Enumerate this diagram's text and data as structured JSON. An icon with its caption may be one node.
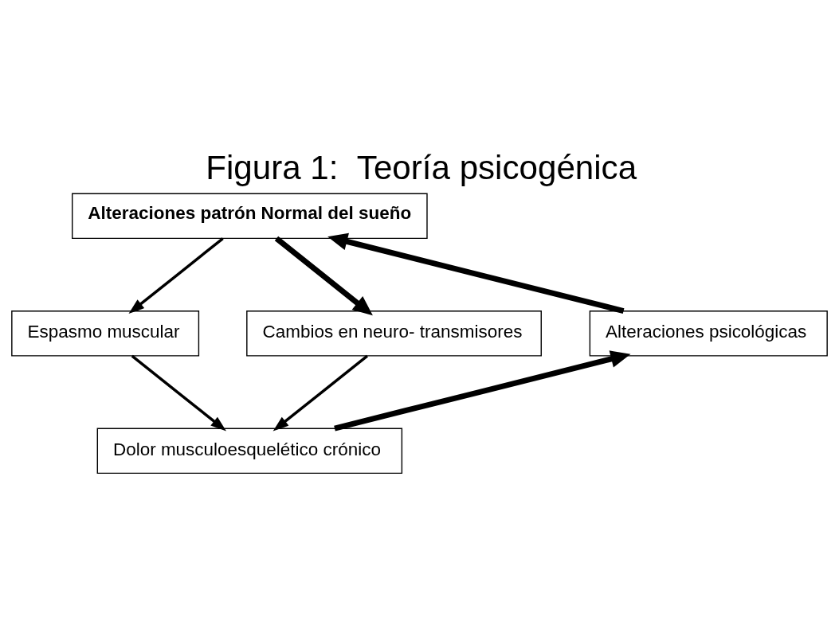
{
  "diagram": {
    "title": "Figura 1:  Teoría psicogénica",
    "nodes": [
      {
        "text": [
          "Alteraciones patrón Normal del sueño"
        ]
      },
      {
        "text": [
          "Espasmo muscular"
        ]
      },
      {
        "text": [
          "Cambios en neuro- transmisores"
        ]
      },
      {
        "text": [
          "Alteraciones psicológicas"
        ]
      },
      {
        "text": [
          "Dolor musculoesquelético crónico"
        ]
      }
    ],
    "edges": [
      {
        "from": 0,
        "to": 1,
        "arrow": "to"
      },
      {
        "from": 0,
        "to": 2,
        "arrow": "to",
        "style": "thick"
      },
      {
        "from": 1,
        "to": 4,
        "arrow": "to"
      },
      {
        "from": 2,
        "to": 4,
        "arrow": "to"
      },
      {
        "from": 4,
        "to": 3,
        "arrow": "to",
        "style": "thick"
      },
      {
        "from": 3,
        "to": 0,
        "arrow": "to",
        "style": "thick"
      }
    ]
  }
}
